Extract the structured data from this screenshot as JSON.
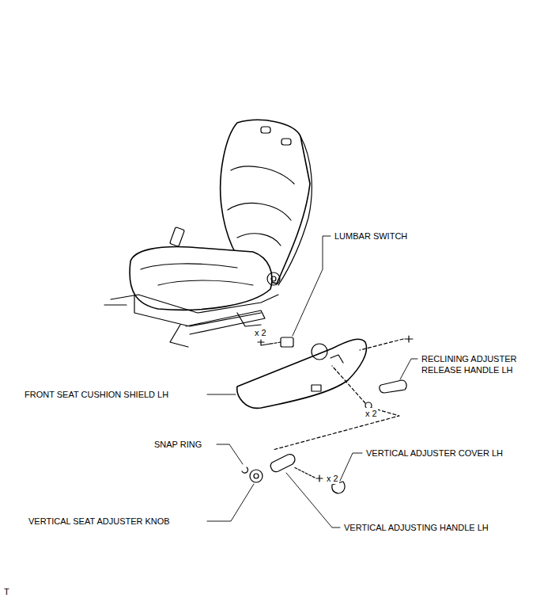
{
  "diagram": {
    "labels": [
      "LUMBAR SWITCH",
      "x 2",
      "RECLINING ADJUSTER RELEASE HANDLE LH",
      "FRONT SEAT CUSHION SHIELD LH",
      "x 2",
      "SNAP RING",
      "VERTICAL ADJUSTER COVER LH",
      "x 2",
      "VERTICAL SEAT ADJUSTER KNOB",
      "VERTICAL ADJUSTING HANDLE LH",
      "T"
    ]
  }
}
